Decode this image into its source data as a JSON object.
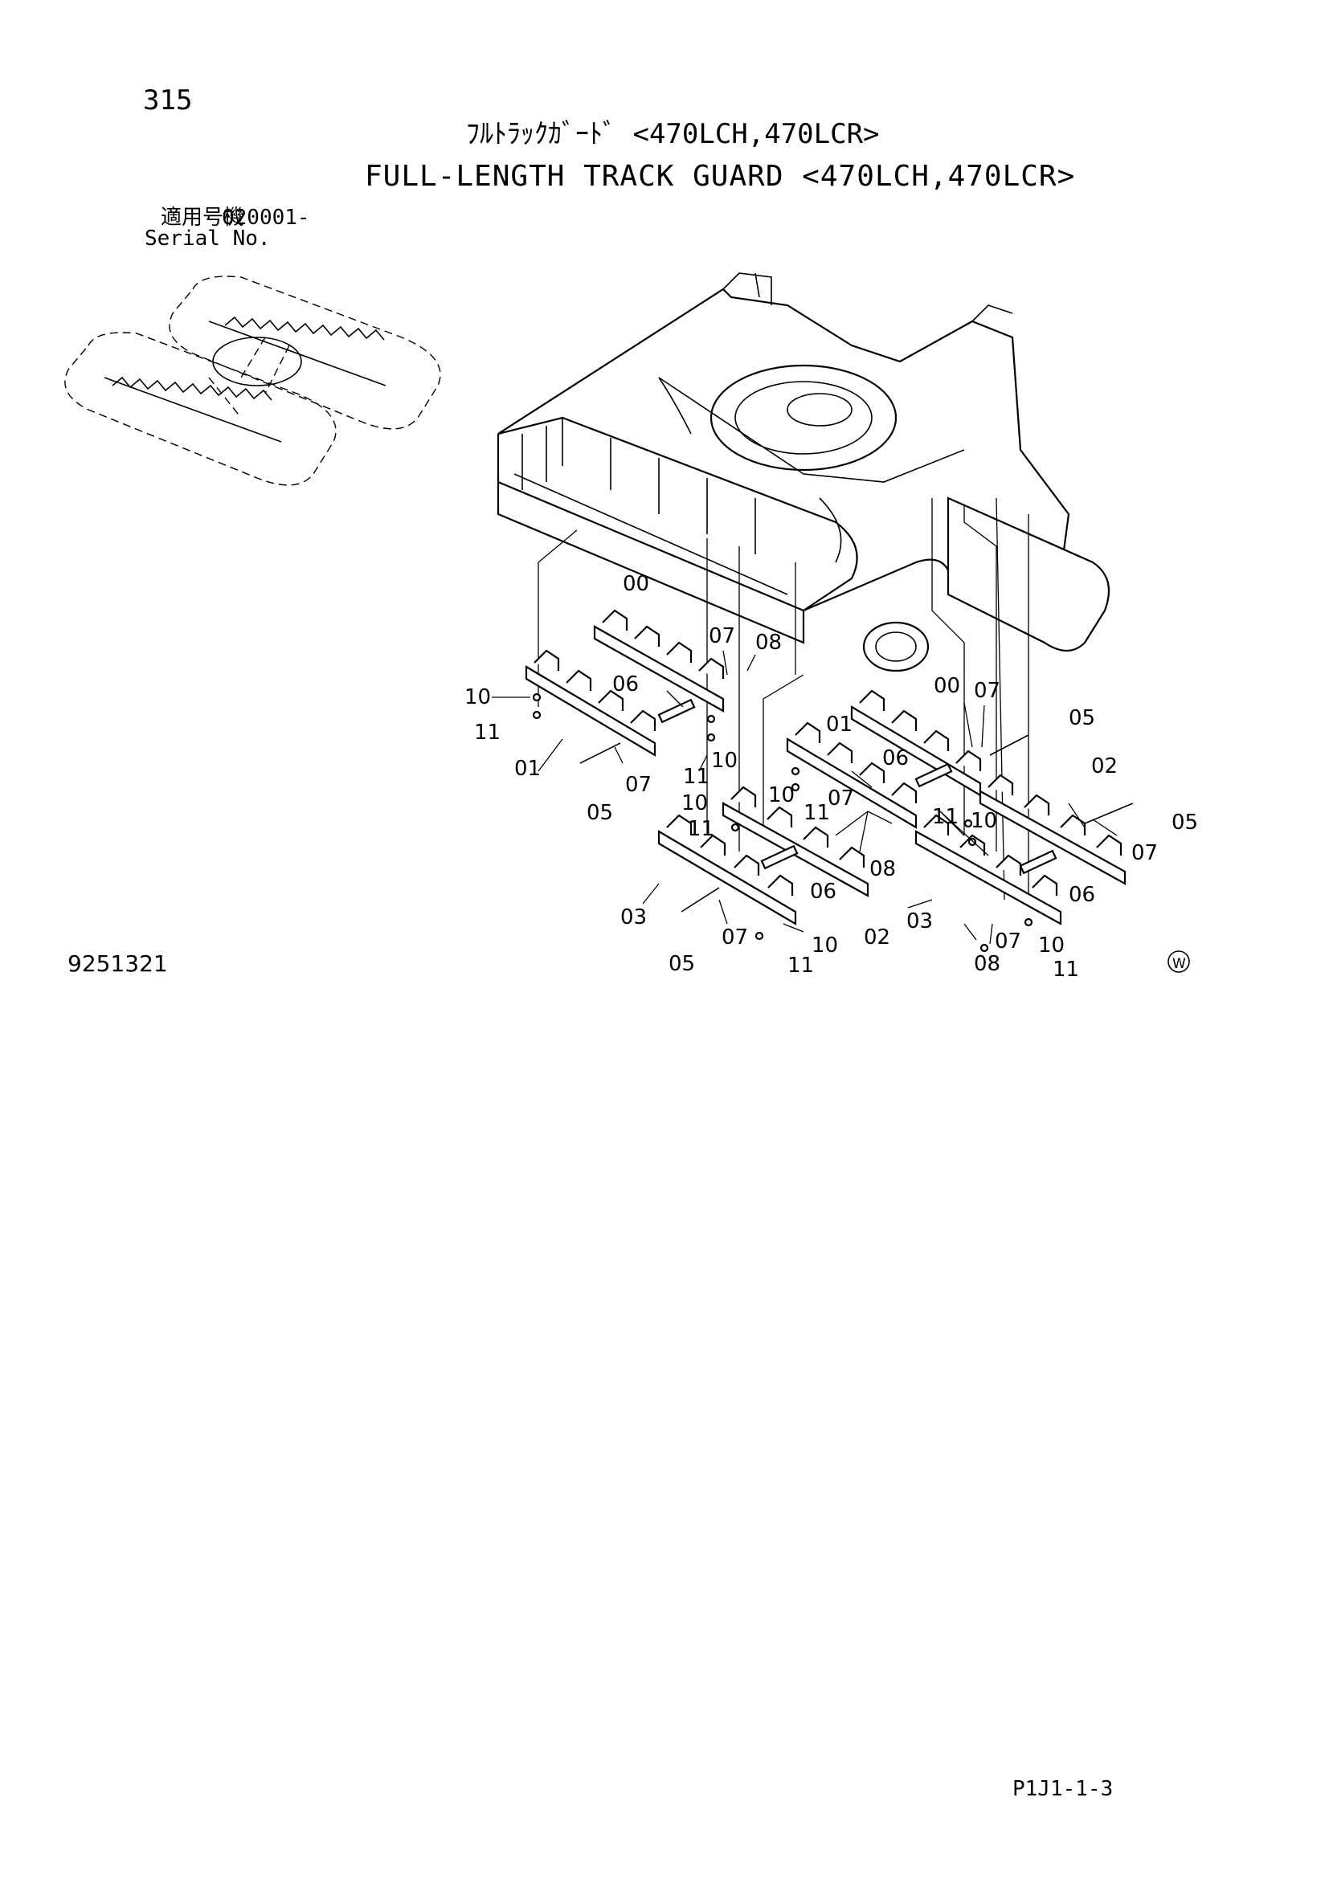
{
  "header": {
    "page_number": "315",
    "title_jp": "ﾌﾙﾄﾗｯｸｶﾞｰﾄﾞ <470LCH,470LCR>",
    "title_en": "FULL-LENGTH TRACK GUARD <470LCH,470LCR>",
    "serial_label_jp": "適用号機",
    "serial_number": "020001-",
    "serial_label_en": "Serial No."
  },
  "footer": {
    "figure_number": "9251321",
    "page_code": "P1J1-1-3",
    "mark_symbol": "W"
  },
  "callouts": {
    "c1": "00",
    "c2": "07",
    "c3": "08",
    "c4": "10",
    "c5": "06",
    "c6": "11",
    "c7": "11",
    "c8": "10",
    "c9": "01",
    "c10": "07",
    "c11": "05",
    "c12": "00",
    "c13": "07",
    "c14": "05",
    "c15": "01",
    "c16": "06",
    "c17": "02",
    "c18": "10",
    "c19": "11",
    "c20": "07",
    "c21": "10",
    "c22": "11",
    "c23": "11",
    "c24": "10",
    "c25": "05",
    "c26": "07",
    "c27": "08",
    "c28": "06",
    "c29": "03",
    "c30": "02",
    "c31": "03",
    "c32": "06",
    "c33": "07",
    "c34": "10",
    "c35": "05",
    "c36": "11",
    "c37": "07",
    "c38": "08",
    "c39": "10",
    "c40": "11"
  }
}
